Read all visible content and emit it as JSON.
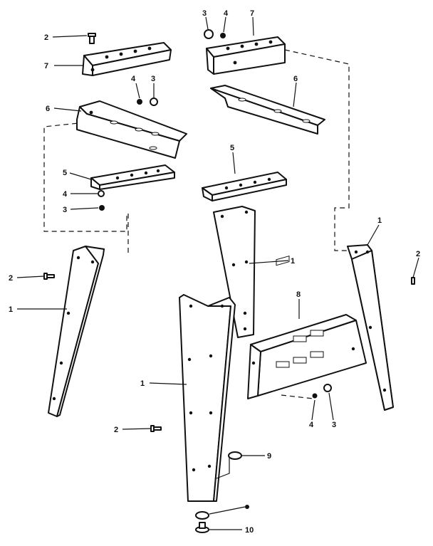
{
  "callouts": {
    "c1": "2",
    "c2": "7",
    "c3": "4",
    "c4": "3",
    "c5": "6",
    "c6": "5",
    "c7": "4",
    "c8": "3",
    "c9": "3",
    "c10": "4",
    "c11": "7",
    "c12": "6",
    "c13": "5",
    "c14": "2",
    "c15": "1",
    "c16": "1",
    "c17": "1",
    "c18": "2",
    "c19": "8",
    "c20": "1",
    "c21": "2",
    "c22": "4",
    "c23": "3",
    "c24": "9",
    "c25": "10"
  }
}
